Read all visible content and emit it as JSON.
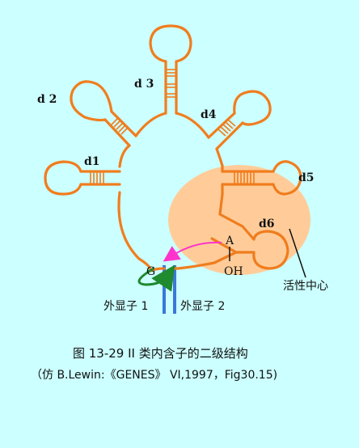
{
  "labels": {
    "d1": "d1",
    "d2": "d 2",
    "d3": "d 3",
    "d4": "d4",
    "d5": "d5",
    "d6": "d6",
    "A": "A",
    "OH": "OH",
    "G": "G",
    "active_center": "活性中心",
    "exon1": "外显子 1",
    "exon2": "外显子 2"
  },
  "caption": {
    "line1": "图 13-29 II 类内含子的二级结构",
    "line2": "（仿 B.Lewin:《GENES》 VI,1997，Fig30.15)"
  },
  "colors": {
    "background": "#ccffff",
    "rna": "#f07d1e",
    "active_center": "#ffcc99",
    "exon": "#3a78d8",
    "attack_arrow": "#ff33cc",
    "ligation_arrow": "#1f8a2e"
  }
}
